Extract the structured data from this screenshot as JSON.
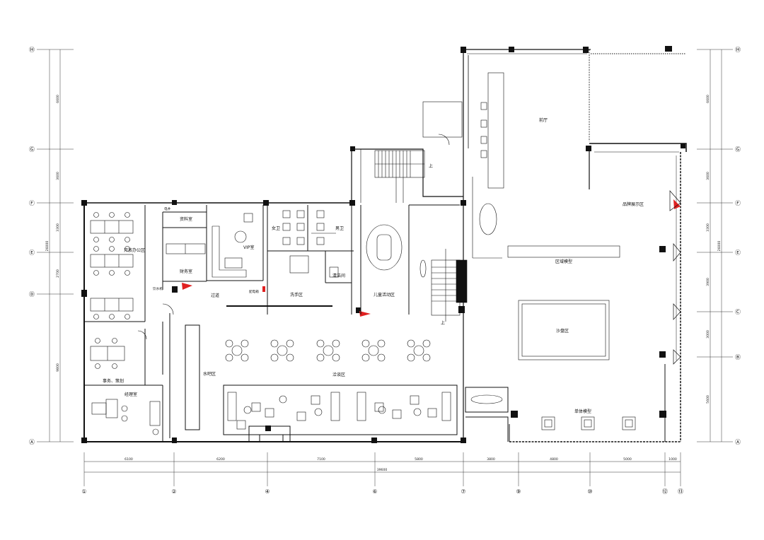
{
  "axes": {
    "rows": [
      {
        "id": "H",
        "label": "Ⓗ"
      },
      {
        "id": "G",
        "label": "Ⓖ"
      },
      {
        "id": "F",
        "label": "Ⓕ"
      },
      {
        "id": "E",
        "label": "Ⓔ"
      },
      {
        "id": "D",
        "label": "Ⓓ"
      },
      {
        "id": "A",
        "label": "Ⓐ"
      }
    ],
    "rows_right": [
      {
        "id": "H",
        "label": "Ⓗ"
      },
      {
        "id": "G",
        "label": "Ⓖ"
      },
      {
        "id": "F",
        "label": "Ⓕ"
      },
      {
        "id": "E",
        "label": "Ⓔ"
      },
      {
        "id": "C",
        "label": "Ⓒ"
      },
      {
        "id": "B",
        "label": "Ⓑ"
      },
      {
        "id": "A",
        "label": "Ⓐ"
      }
    ],
    "columns": [
      {
        "id": "1",
        "label": "①"
      },
      {
        "id": "2",
        "label": "②"
      },
      {
        "id": "4",
        "label": "④"
      },
      {
        "id": "6",
        "label": "⑥"
      },
      {
        "id": "7",
        "label": "⑦"
      },
      {
        "id": "9",
        "label": "⑨"
      },
      {
        "id": "10",
        "label": "⑩"
      },
      {
        "id": "12",
        "label": "⑫"
      },
      {
        "id": "13",
        "label": "⑬"
      }
    ]
  },
  "dimensions": {
    "bottom": [
      "6100",
      "6200",
      "7100",
      "5800",
      "3800",
      "4800",
      "5000",
      "1000"
    ],
    "bottom_total": "39600",
    "left": [
      "6600",
      "3600",
      "3300",
      "2700",
      "9800"
    ],
    "left_total": "26000",
    "right": [
      "6600",
      "3600",
      "3300",
      "3900",
      "3000",
      "5600"
    ],
    "right_total": "26000"
  },
  "rooms": {
    "open_office": "开放办公区",
    "archive": "资料室",
    "finance": "财务室",
    "vip": "VIP室",
    "female_wc": "女卫",
    "male_wc": "男卫",
    "cleaning": "清洁间",
    "washing": "洗手区",
    "kids": "儿童活动区",
    "corridor": "过道",
    "water_bar": "水吧区",
    "negotiation": "洽谈区",
    "affairs": "事务、策划",
    "manager": "经理室",
    "lobby": "前厅",
    "brand": "品牌展示区",
    "area_model": "区域模型",
    "sand_table": "沙盘区",
    "unit_model": "单体模型",
    "electric": "电井",
    "water_room": "饮水机",
    "distribution": "配电箱"
  },
  "stairs": {
    "up": "上"
  }
}
